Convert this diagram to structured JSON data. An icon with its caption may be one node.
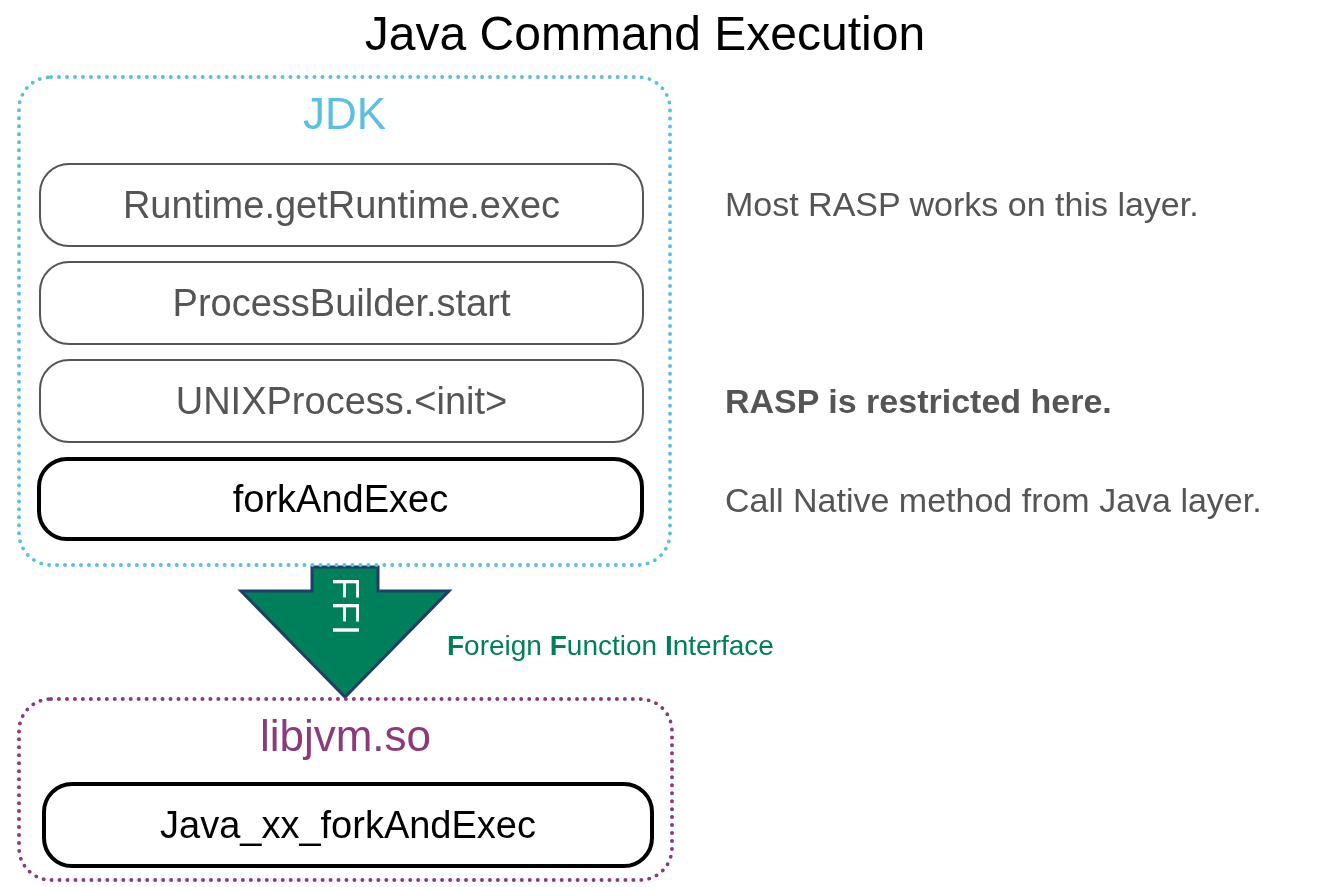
{
  "diagram": {
    "title": "Java Command Execution",
    "nodes": [
      {
        "text": [
          "JDK"
        ]
      },
      {
        "text": [
          "Runtime.getRuntime.exec"
        ],
        "in": 0
      },
      {
        "text": [
          "ProcessBuilder.start"
        ],
        "in": 0
      },
      {
        "text": [
          "UNIXProcess.<init>"
        ],
        "in": 0
      },
      {
        "text": [
          "forkAndExec"
        ],
        "in": 0
      },
      {
        "text": [
          "libjvm.so"
        ]
      },
      {
        "text": [
          "Java_xx_forkAndExec"
        ],
        "in": 5
      }
    ],
    "edges": [
      {
        "from": 0,
        "to": 5,
        "arrow": "to",
        "label": "FFI"
      }
    ],
    "labels": [
      "Most RASP works on this layer.",
      "RASP is restricted here.",
      "Call Native method from Java layer.",
      "**F**oreign **F**unction **I**nterface"
    ]
  }
}
